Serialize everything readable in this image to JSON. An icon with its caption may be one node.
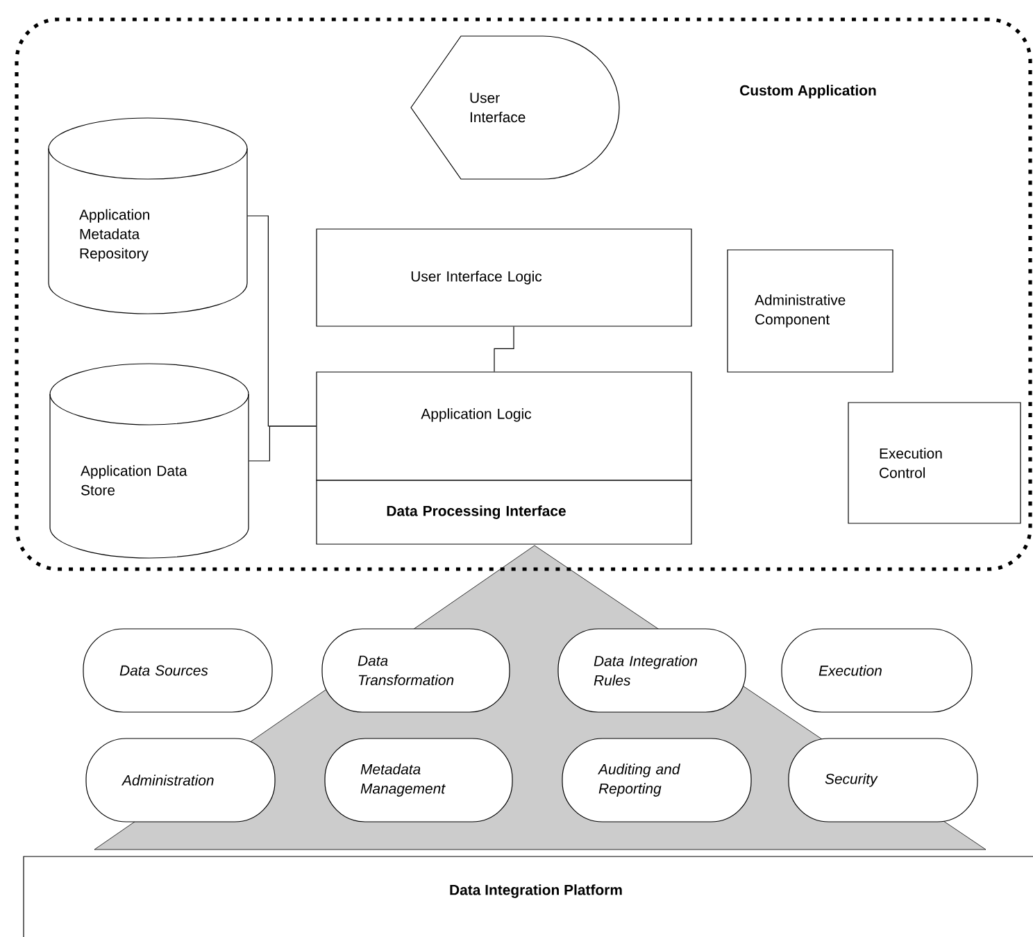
{
  "diagram": {
    "nodes": [
      {
        "text": [
          "Custom Application"
        ]
      },
      {
        "text": [
          "User Interface"
        ],
        "in": 0
      },
      {
        "text": [
          "Application Metadata Repository"
        ],
        "in": 0
      },
      {
        "text": [
          "Application Data Store"
        ],
        "in": 0
      },
      {
        "text": [
          "User Interface Logic"
        ],
        "in": 0
      },
      {
        "text": [
          "Application Logic"
        ],
        "in": 0
      },
      {
        "text": [
          "Data Processing Interface"
        ],
        "in": 0
      },
      {
        "text": [
          "Administrative Component"
        ],
        "in": 0
      },
      {
        "text": [
          "Execution Control"
        ],
        "in": 0
      },
      {
        "text": [
          "Data Sources"
        ]
      },
      {
        "text": [
          "Data Transformation"
        ]
      },
      {
        "text": [
          "Data Integration Rules"
        ]
      },
      {
        "text": [
          "Execution"
        ]
      },
      {
        "text": [
          "Administration"
        ]
      },
      {
        "text": [
          "Metadata Management"
        ]
      },
      {
        "text": [
          "Auditing and Reporting"
        ]
      },
      {
        "text": [
          "Security"
        ]
      },
      {
        "text": [
          "Data Integration Platform"
        ]
      }
    ],
    "edges": [
      {
        "from": 2,
        "to": 5,
        "arrow": "none"
      },
      {
        "from": 3,
        "to": 5,
        "arrow": "none"
      },
      {
        "from": 4,
        "to": 5,
        "arrow": "none"
      }
    ]
  }
}
